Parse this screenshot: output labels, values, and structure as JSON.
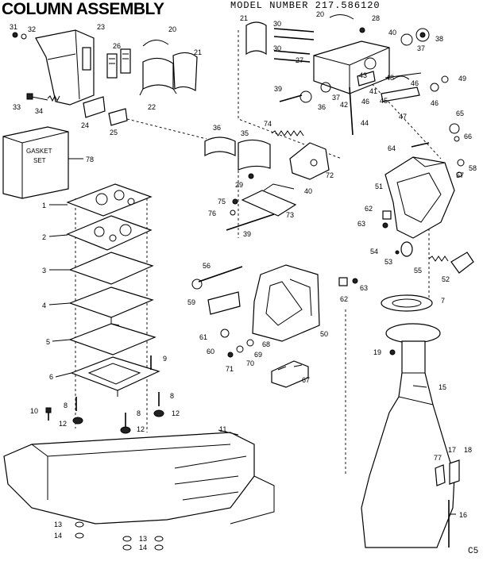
{
  "header": {
    "title": "COLUMN ASSEMBLY",
    "model_number": "MODEL NUMBER  217.586120",
    "corner_code": "C5"
  },
  "gasket_box": {
    "line1": "GASKET",
    "line2": "SET"
  },
  "callouts": {
    "c1": "1",
    "c2": "2",
    "c3": "3",
    "c4": "4",
    "c5": "5",
    "c6": "6",
    "c7": "7",
    "c8a": "8",
    "c8b": "8",
    "c8c": "8",
    "c9": "9",
    "c10": "10",
    "c11": "11",
    "c12a": "12",
    "c12b": "12",
    "c12c": "12",
    "c13a": "13",
    "c13b": "13",
    "c14a": "14",
    "c14b": "14",
    "c15": "15",
    "c16": "16",
    "c17": "17",
    "c18": "18",
    "c19": "19",
    "c20a": "20",
    "c20b": "20",
    "c21a": "21",
    "c21b": "21",
    "c22": "22",
    "c23": "23",
    "c24": "24",
    "c25": "25",
    "c26": "26",
    "c27": "27",
    "c28": "28",
    "c29": "29",
    "c30a": "30",
    "c30b": "30",
    "c31": "31",
    "c32": "32",
    "c33": "33",
    "c34": "34",
    "c35": "35",
    "c36a": "36",
    "c36b": "36",
    "c37a": "37",
    "c37b": "37",
    "c38": "38",
    "c39a": "39",
    "c39b": "39",
    "c40a": "40",
    "c40b": "40",
    "c41": "41",
    "c42": "42",
    "c43": "43",
    "c44": "44",
    "c45": "45",
    "c46a": "46",
    "c46b": "46",
    "c46c": "46",
    "c47": "47",
    "c48": "48",
    "c49": "49",
    "c50": "50",
    "c51": "51",
    "c52": "52",
    "c53": "53",
    "c54": "54",
    "c55": "55",
    "c56": "56",
    "c57": "57",
    "c58": "58",
    "c59": "59",
    "c60": "60",
    "c61": "61",
    "c62a": "62",
    "c62b": "62",
    "c63a": "63",
    "c63b": "63",
    "c64": "64",
    "c65": "65",
    "c66": "66",
    "c67": "67",
    "c68": "68",
    "c69": "69",
    "c70": "70",
    "c71": "71",
    "c72": "72",
    "c73": "73",
    "c74": "74",
    "c75": "75",
    "c76": "76",
    "c77": "77",
    "c78": "78"
  }
}
